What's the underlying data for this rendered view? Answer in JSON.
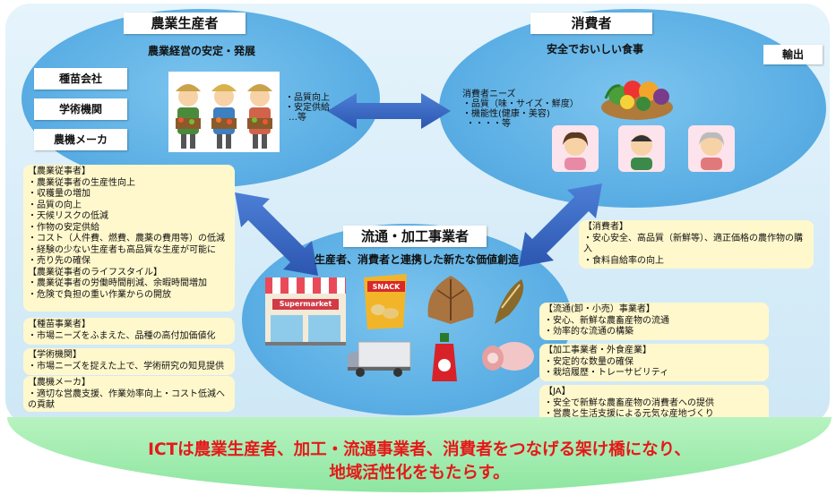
{
  "farmers": {
    "title": "農業生産者",
    "subtitle": "農業経営の安定・発展",
    "side_boxes": [
      "種苗会社",
      "学術機関",
      "農機メーカ"
    ],
    "benefits": [
      "品質向上",
      "安定供給",
      "…等"
    ]
  },
  "consumers": {
    "title": "消費者",
    "subtitle": "安全でおいしい食事",
    "needs_title": "消費者ニーズ",
    "needs": [
      "品質（味・サイズ・鮮度）",
      "機能性(健康・美容)",
      "・・・・等"
    ]
  },
  "export_label": "輸出",
  "distributors": {
    "title": "流通・加工事業者",
    "subtitle": "生産者、消費者と連携した新たな価値創造",
    "supermarket_sign": "Supermarket",
    "snack_label": "SNACK"
  },
  "left_notes": [
    {
      "title": "【農業従事者】",
      "items": [
        "農業従事者の生産性向上",
        "収穫量の増加",
        "品質の向上",
        "天候リスクの低減",
        "作物の安定供給",
        "コスト（人件費、燃費、農薬の費用等）の低減",
        "経験の少ない生産者も高品質な生産が可能に",
        "売り先の確保"
      ],
      "title2": "【農業従事者のライフスタイル】",
      "items2": [
        "農業従事者の労働時間削減、余暇時間増加",
        "危険で負担の重い作業からの開放"
      ]
    },
    {
      "title": "【種苗事業者】",
      "items": [
        "市場ニーズをふまえた、品種の高付加価値化"
      ]
    },
    {
      "title": "【学術機関】",
      "items": [
        "市場ニーズを捉えた上で、学術研究の知見提供"
      ]
    },
    {
      "title": "【農機メーカ】",
      "items": [
        "適切な営農支援、作業効率向上・コスト低減への貢献"
      ]
    }
  ],
  "right_notes": [
    {
      "title": "【消費者】",
      "items": [
        "安心安全、高品質（新鮮等）、適正価格の農作物の購入",
        "食料自給率の向上"
      ]
    },
    {
      "title": "【流通(卸・小売）事業者】",
      "items": [
        "安心、新鮮な農畜産物の流通",
        "効率的な流通の構築"
      ]
    },
    {
      "title": "【加工事業者・外食産業】",
      "items": [
        "安定的な数量の確保",
        "栽培履歴・トレーサビリティ"
      ]
    },
    {
      "title": "【JA】",
      "items": [
        "安全で新鮮な農畜産物の消費者への提供",
        "営農と生活支援による元気な産地づくり"
      ]
    }
  ],
  "bottom": {
    "line1": "ICTは農業生産者、加工・流通事業者、消費者をつなげる架け橋になり、",
    "line2": "地域活性化をもたらす。"
  },
  "colors": {
    "ellipse": "#5aaee4",
    "arrow": "#3a66c4",
    "note_bg": "#fff8cc",
    "bottom_text": "#e51919",
    "bottom_band": "#9eebad"
  }
}
